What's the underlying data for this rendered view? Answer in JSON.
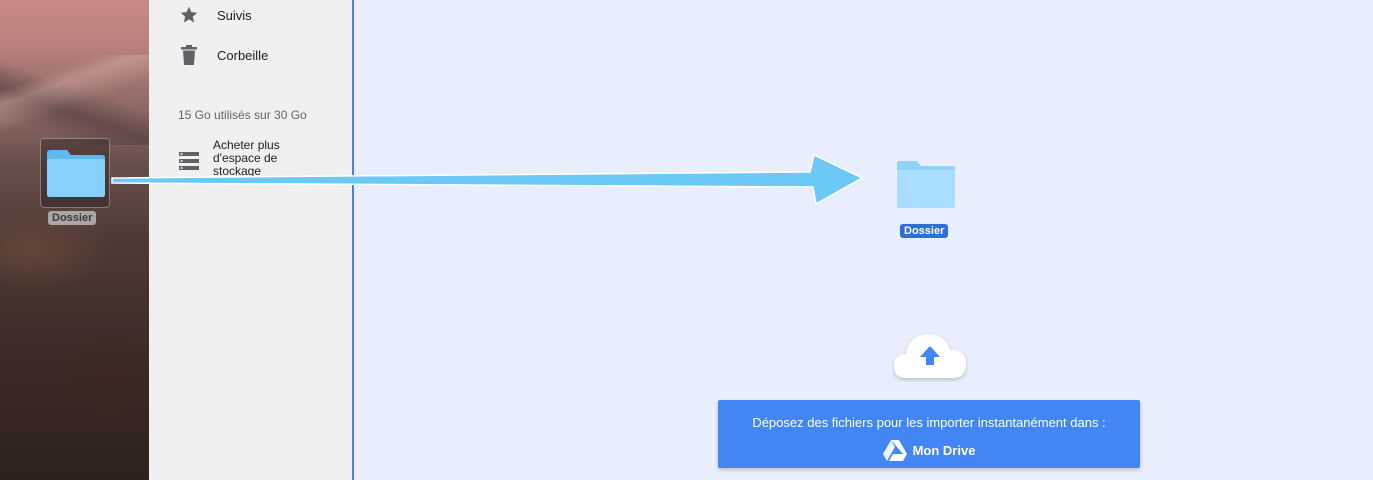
{
  "desktop": {
    "folder_label": "Dossier",
    "folder_icon": "folder-icon"
  },
  "sidebar": {
    "items": [
      {
        "label": "Suivis",
        "icon": "star-icon"
      },
      {
        "label": "Corbeille",
        "icon": "trash-icon"
      }
    ],
    "storage_text": "15 Go utilisés sur 30 Go",
    "buy_storage": {
      "label": "Acheter plus d'espace de stockage",
      "icon": "storage-icon"
    }
  },
  "drop_zone": {
    "dragged_folder_label": "Dossier",
    "banner": {
      "message": "Déposez des fichiers pour les importer instantanément dans :",
      "target": "Mon Drive",
      "target_icon": "google-drive-icon"
    },
    "upload_icon": "cloud-upload-icon"
  },
  "colors": {
    "accent": "#4285f4",
    "drop_background": "#e8eefb",
    "folder": "#7fcdfb",
    "arrow": "#6cc8f5"
  }
}
